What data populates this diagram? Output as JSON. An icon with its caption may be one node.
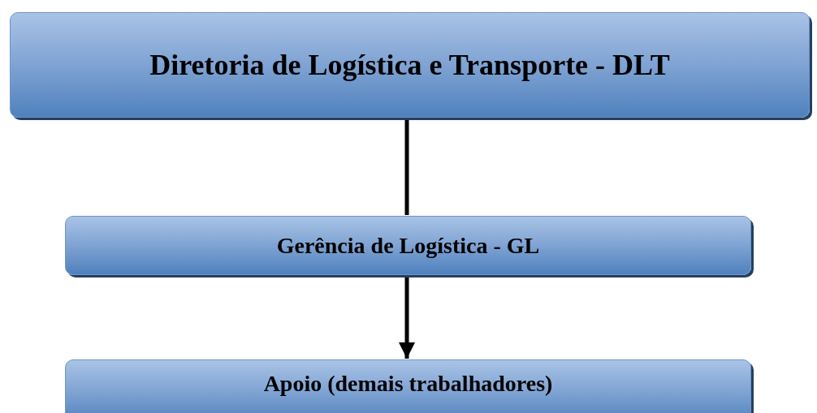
{
  "diagram": {
    "nodes": [
      {
        "text": [
          "Diretoria de Logística e Transporte - DLT"
        ]
      },
      {
        "text": [
          "Gerência de Logística - GL"
        ]
      },
      {
        "text": [
          "Apoio (demais trabalhadores)"
        ]
      }
    ],
    "edges": [
      {
        "from": 0,
        "to": 1,
        "arrow": "none"
      },
      {
        "from": 1,
        "to": 2,
        "arrow": "to"
      }
    ]
  }
}
